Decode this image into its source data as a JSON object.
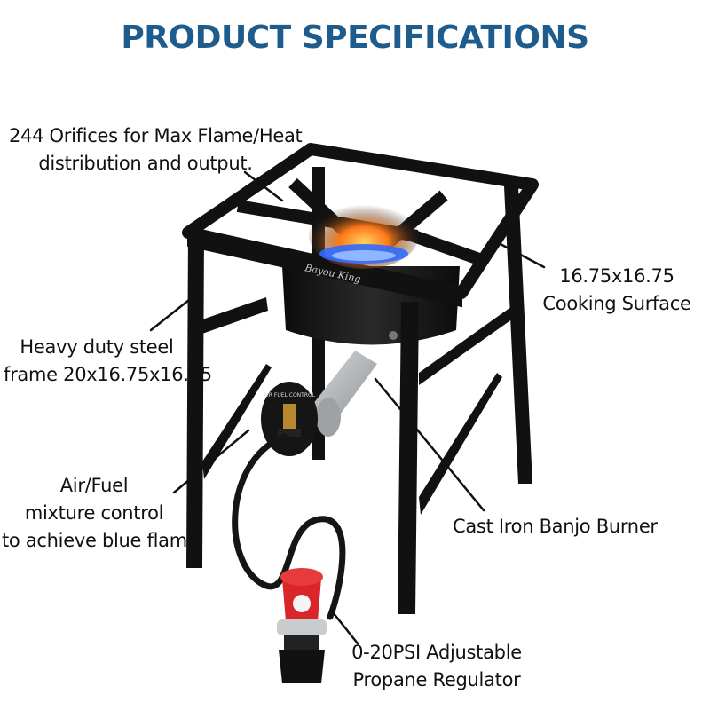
{
  "title": "PRODUCT SPECIFICATIONS",
  "callouts": {
    "orifices": {
      "line1": "244 Orifices for Max Flame/Heat",
      "line2": "distribution and output."
    },
    "surface": {
      "line1": "16.75x16.75",
      "line2": "Cooking Surface"
    },
    "frame": {
      "line1": "Heavy duty steel",
      "line2": "frame 20x16.75x16.75"
    },
    "mixture": {
      "line1": "Air/Fuel",
      "line2": "mixture control",
      "line3": "to achieve blue flame"
    },
    "burner": {
      "line1": "Cast Iron Banjo Burner"
    },
    "regulator": {
      "line1": "0-20PSI Adjustable",
      "line2": "Propane Regulator"
    }
  },
  "colors": {
    "title": "#1d5c8c",
    "frame": "#111111",
    "burner_pipe": "#b9bcbf",
    "regulator_cap": "#d8262a",
    "flame_blue": "#2f6bff",
    "flame_orange": "#ff7a1a"
  },
  "product_illustration": {
    "brand_plate": "Bayou King",
    "control_plate": "AIR FUEL CONTROL"
  }
}
